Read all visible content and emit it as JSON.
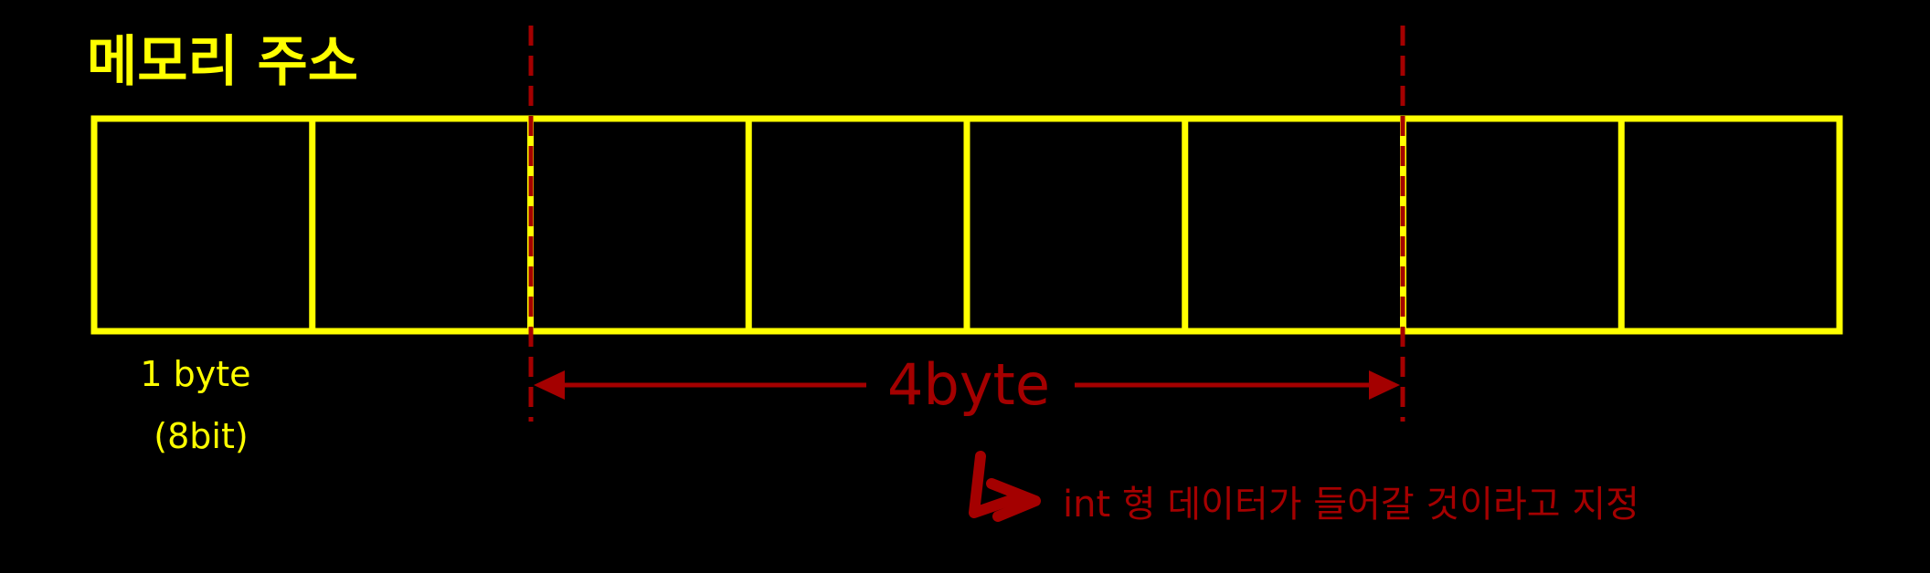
{
  "title": "메모리 주소",
  "cell_label_line1": "1 byte",
  "cell_label_line2": "(8bit)",
  "span_label": "4byte",
  "note": "int 형 데이터가 들어갈 것이라고 지정",
  "memory": {
    "cell_count": 8,
    "span_start_cell": 2,
    "span_end_cell": 6
  },
  "colors": {
    "background": "#000000",
    "cells": "#ffff00",
    "labels": "#ffff00",
    "annotation": "#a40000"
  }
}
